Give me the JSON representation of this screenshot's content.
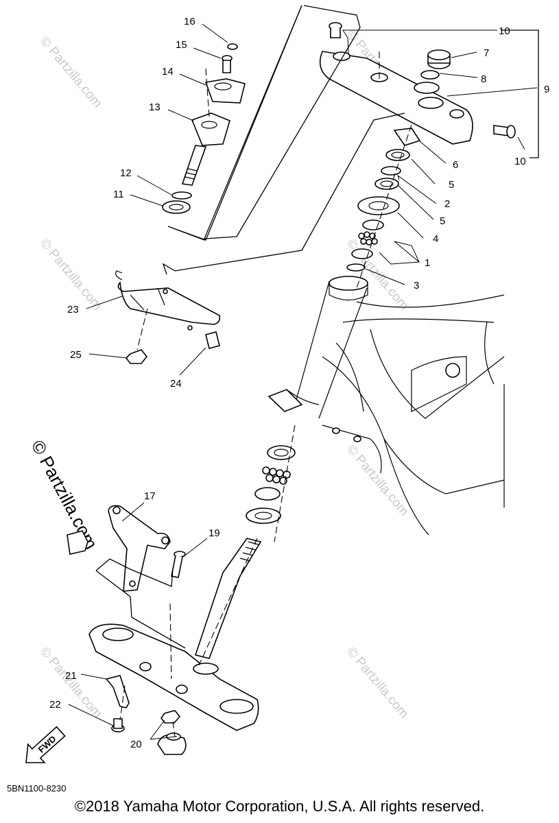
{
  "diagram": {
    "callouts": [
      "1",
      "2",
      "3",
      "4",
      "5",
      "5",
      "6",
      "7",
      "8",
      "9",
      "10",
      "10",
      "11",
      "12",
      "13",
      "14",
      "15",
      "16",
      "17",
      "19",
      "20",
      "21",
      "22",
      "23",
      "24",
      "25"
    ],
    "fwd_arrow_label": "FWD",
    "watermark_text": "© Partzilla.com",
    "diagram_code": "5BN1100-8230",
    "copyright": "©2018  Yamaha Motor Corporation, U.S.A. All rights reserved."
  },
  "colors": {
    "ink": "#000000",
    "watermark": "#c9c9c9",
    "background": "#ffffff"
  }
}
